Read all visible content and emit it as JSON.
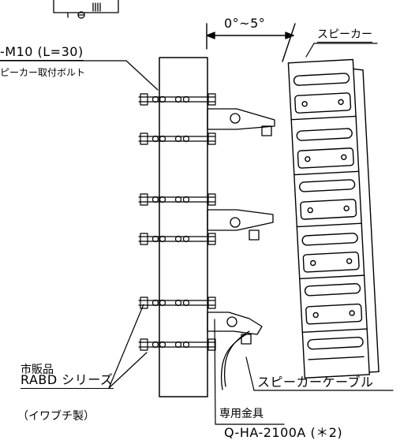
{
  "labels": {
    "angle": "0°~5°",
    "speaker": "スピーカー",
    "bolt_spec": "-M10 (L=30)",
    "bolt_name": "ピーカー取付ボルト",
    "market_item": "市販品",
    "rabd_series": "RABD シリーズ",
    "iwabuchi": "（イワブチ製）",
    "cable": "スピーカーケーブル",
    "bracket_name": "専用金具",
    "bracket_model": "Q-HA-2100A (＊2)"
  }
}
